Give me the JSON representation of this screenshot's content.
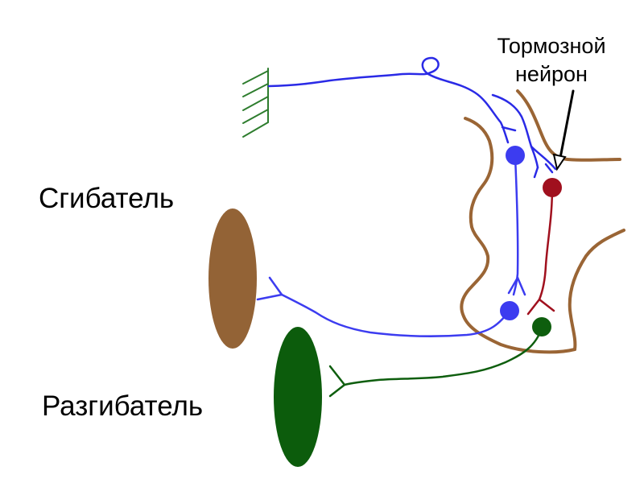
{
  "labels": {
    "flexor": "Сгибатель",
    "extensor": "Разгибатель",
    "inhibitory_neuron_line1": "Тормозной",
    "inhibitory_neuron_line2": "нейрон"
  },
  "colors": {
    "background": "#ffffff",
    "sensory_pathway": "#2a2ae6",
    "motor_neuron": "#3c3cf0",
    "inhibitory_neuron": "#a0101e",
    "extensor_neuron": "#0e5e0e",
    "spinal_cord_outline": "#9a6535",
    "flexor_muscle": "#936336",
    "extensor_muscle": "#0c5c0c",
    "receptor": "#2e7d2e",
    "arrow": "#000000"
  },
  "icons": {
    "receptor": "skin-receptor-icon",
    "arrow": "pointer-arrow-icon"
  }
}
